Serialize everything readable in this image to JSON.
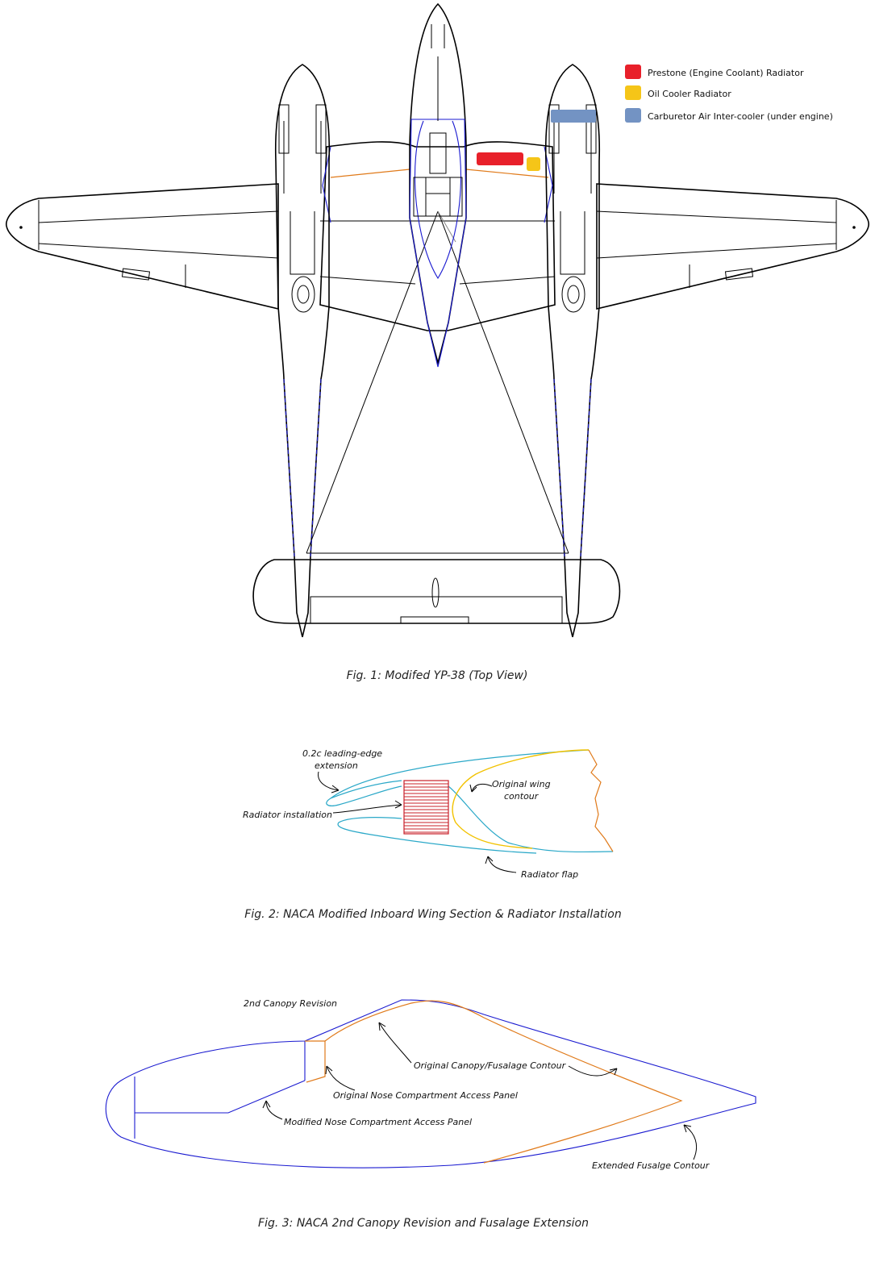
{
  "legend": {
    "items": [
      {
        "label": "Prestone (Engine Coolant) Radiator",
        "color": "#e8202a"
      },
      {
        "label": "Oil Cooler Radiator",
        "color": "#f5c518"
      },
      {
        "label": "Carburetor Air Inter-cooler (under engine)",
        "color": "#7393c3"
      }
    ]
  },
  "fig1": {
    "caption": "Fig. 1:  Modifed YP-38 (Top View)"
  },
  "fig2": {
    "caption": "Fig. 2:  NACA Modified Inboard Wing Section & Radiator Installation",
    "annotations": {
      "leading_edge_1": "0.2c leading-edge",
      "leading_edge_2": "extension",
      "original_wing_1": "Original wing",
      "original_wing_2": "contour",
      "radiator_installation": "Radiator installation",
      "radiator_flap": "Radiator flap"
    }
  },
  "fig3": {
    "caption": "Fig. 3:  NACA 2nd Canopy Revision and Fusalage Extension",
    "annotations": {
      "canopy_revision": "2nd Canopy Revision",
      "original_canopy": "Original Canopy/Fusalage Contour",
      "original_nose_panel": "Original Nose Compartment Access Panel",
      "modified_nose_panel": "Modified Nose Compartment Access Panel",
      "extended_fuselage": "Extended Fusalge Contour"
    }
  }
}
